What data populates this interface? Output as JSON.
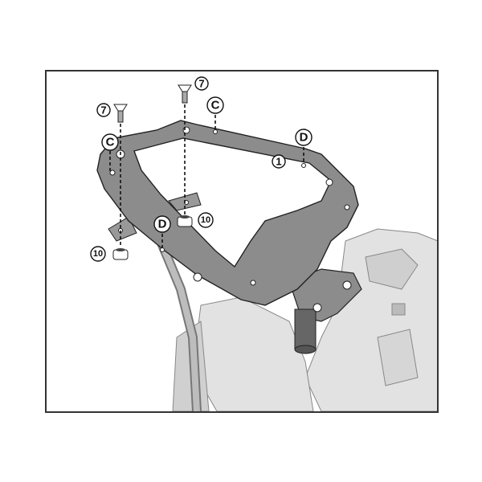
{
  "diagram": {
    "callouts": [
      {
        "id": "screw-left",
        "text": "7"
      },
      {
        "id": "screw-center",
        "text": "7"
      },
      {
        "id": "hole-c-top",
        "text": "C"
      },
      {
        "id": "hole-c-left",
        "text": "C"
      },
      {
        "id": "hole-d-right",
        "text": "D"
      },
      {
        "id": "plate",
        "text": "1"
      },
      {
        "id": "nut-center",
        "text": "10"
      },
      {
        "id": "hole-d-bottom",
        "text": "D"
      },
      {
        "id": "nut-left",
        "text": "10"
      }
    ],
    "colors": {
      "plate": "#8c8c8c",
      "frame": "#333333",
      "background": "#ffffff",
      "motorcycle": "#d9d9d9"
    }
  }
}
